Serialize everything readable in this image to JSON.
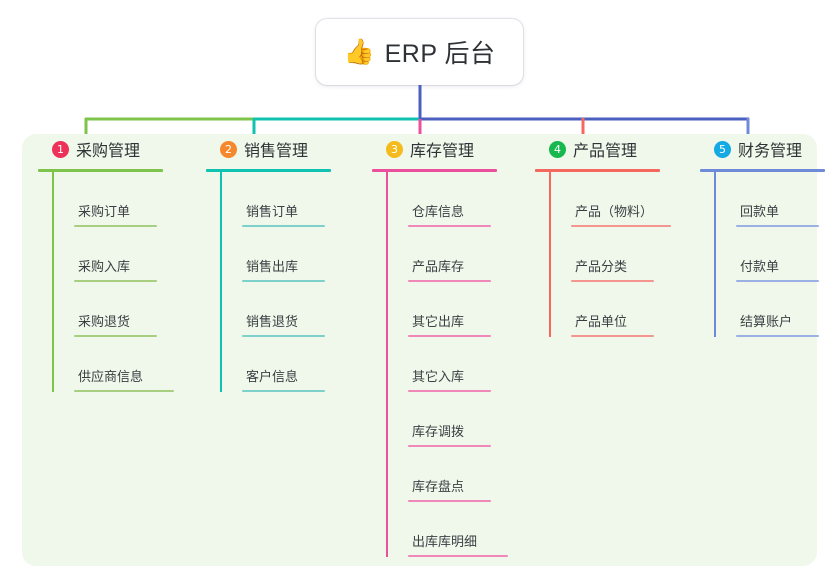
{
  "root": {
    "icon": "thumbs-up-icon",
    "emoji": "👍",
    "title": "ERP 后台"
  },
  "palette": {
    "panel_bg": "#eff8ea",
    "card_bg": "#ffffff",
    "text": "#2f3337",
    "root_link": "#4b5fc1"
  },
  "columns": [
    {
      "index": "1",
      "title": "采购管理",
      "badge_color": "#ed3158",
      "line_color": "#7ec44a",
      "leaf_color": "#a8cf80",
      "items": [
        "采购订单",
        "采购入库",
        "采购退货",
        "供应商信息"
      ]
    },
    {
      "index": "2",
      "title": "销售管理",
      "badge_color": "#f5882c",
      "line_color": "#10c2b0",
      "leaf_color": "#7ed0cb",
      "items": [
        "销售订单",
        "销售出库",
        "销售退货",
        "客户信息"
      ]
    },
    {
      "index": "3",
      "title": "库存管理",
      "badge_color": "#f5bb1d",
      "line_color": "#ec4f9b",
      "leaf_color": "#ef87b8",
      "items": [
        "仓库信息",
        "产品库存",
        "其它出库",
        "其它入库",
        "库存调拨",
        "库存盘点",
        "出库库明细"
      ]
    },
    {
      "index": "4",
      "title": "产品管理",
      "badge_color": "#18b84e",
      "line_color": "#f4685f",
      "leaf_color": "#f4968f",
      "items": [
        "产品（物料）",
        "产品分类",
        "产品单位"
      ]
    },
    {
      "index": "5",
      "title": "财务管理",
      "badge_color": "#14aae3",
      "line_color": "#6f8ad8",
      "leaf_color": "#9db0e4",
      "items": [
        "回款单",
        "付款单",
        "结算账户"
      ]
    }
  ],
  "connectors": {
    "bus_segments": [
      {
        "from": "col1",
        "to": "col2",
        "color": "#7ec44a"
      },
      {
        "from": "col2",
        "to": "col3",
        "color": "#10c2b0"
      },
      {
        "from": "col3",
        "to": "col5",
        "color": "#4b5fc1"
      }
    ],
    "drops": [
      {
        "col": "1",
        "color": "#7ec44a"
      },
      {
        "col": "2",
        "color": "#10c2b0"
      },
      {
        "col": "3",
        "color": "#ec4f9b"
      },
      {
        "col": "4",
        "color": "#f4685f"
      },
      {
        "col": "5",
        "color": "#6f8ad8"
      }
    ]
  }
}
